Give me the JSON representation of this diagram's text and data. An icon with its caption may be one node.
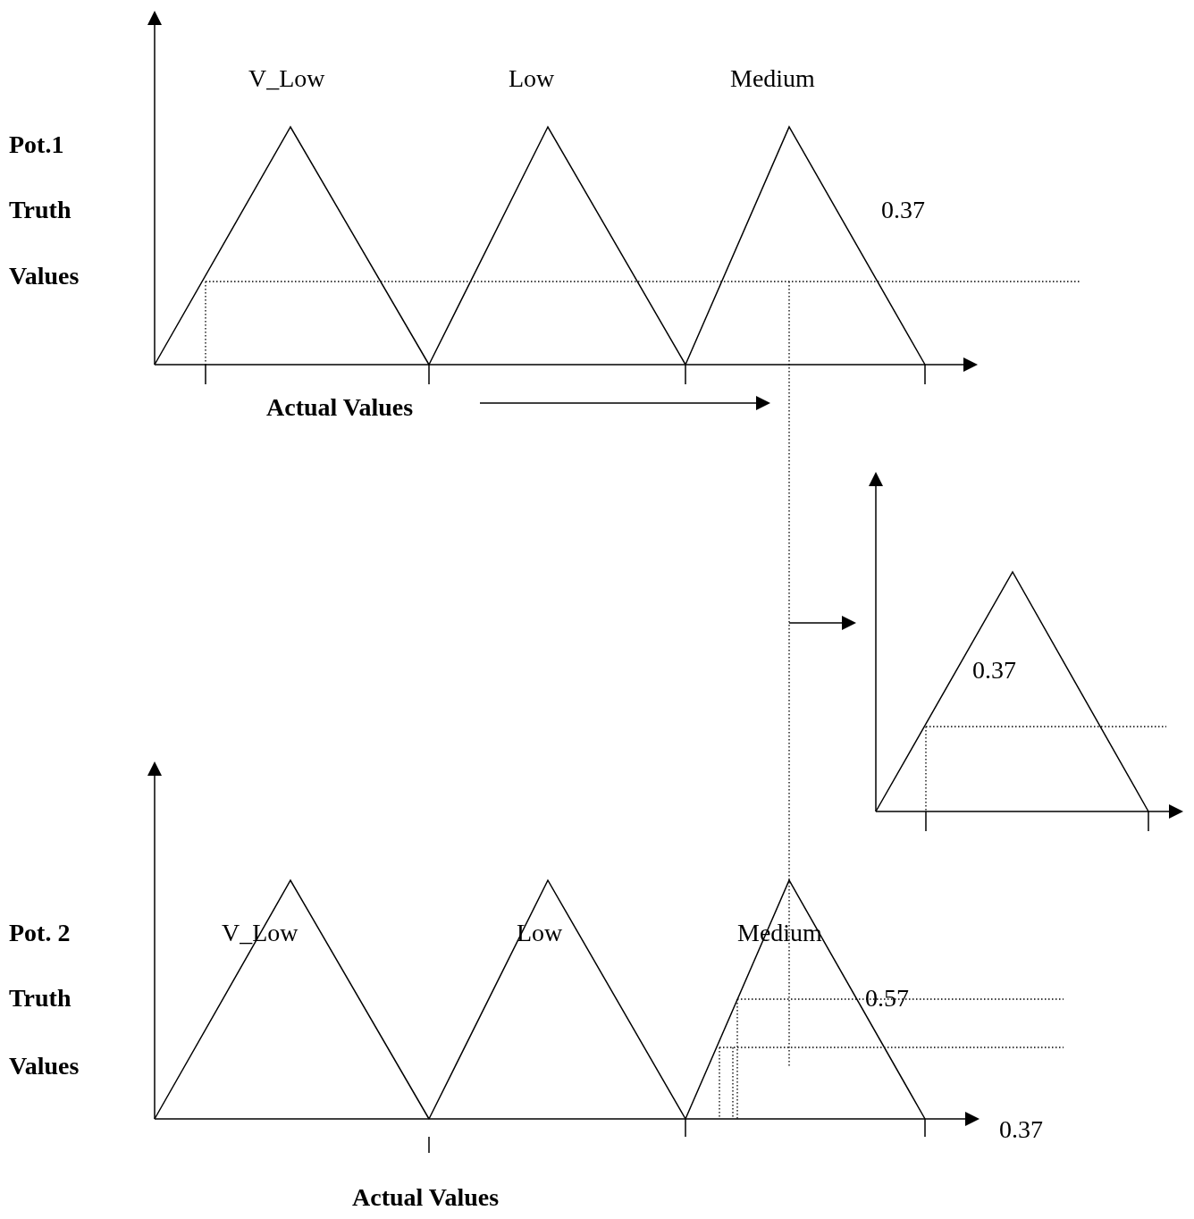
{
  "diagram": {
    "labels": [
      "V_Low",
      "Low",
      "Medium",
      "Pot.1",
      "Truth",
      "0.37",
      "Values",
      "Actual Values",
      "0.37",
      "Pot. 2",
      "V_Low",
      "Low",
      "Medium",
      "Truth",
      "0.57",
      "Values",
      "0.37",
      "Actual Values"
    ]
  }
}
